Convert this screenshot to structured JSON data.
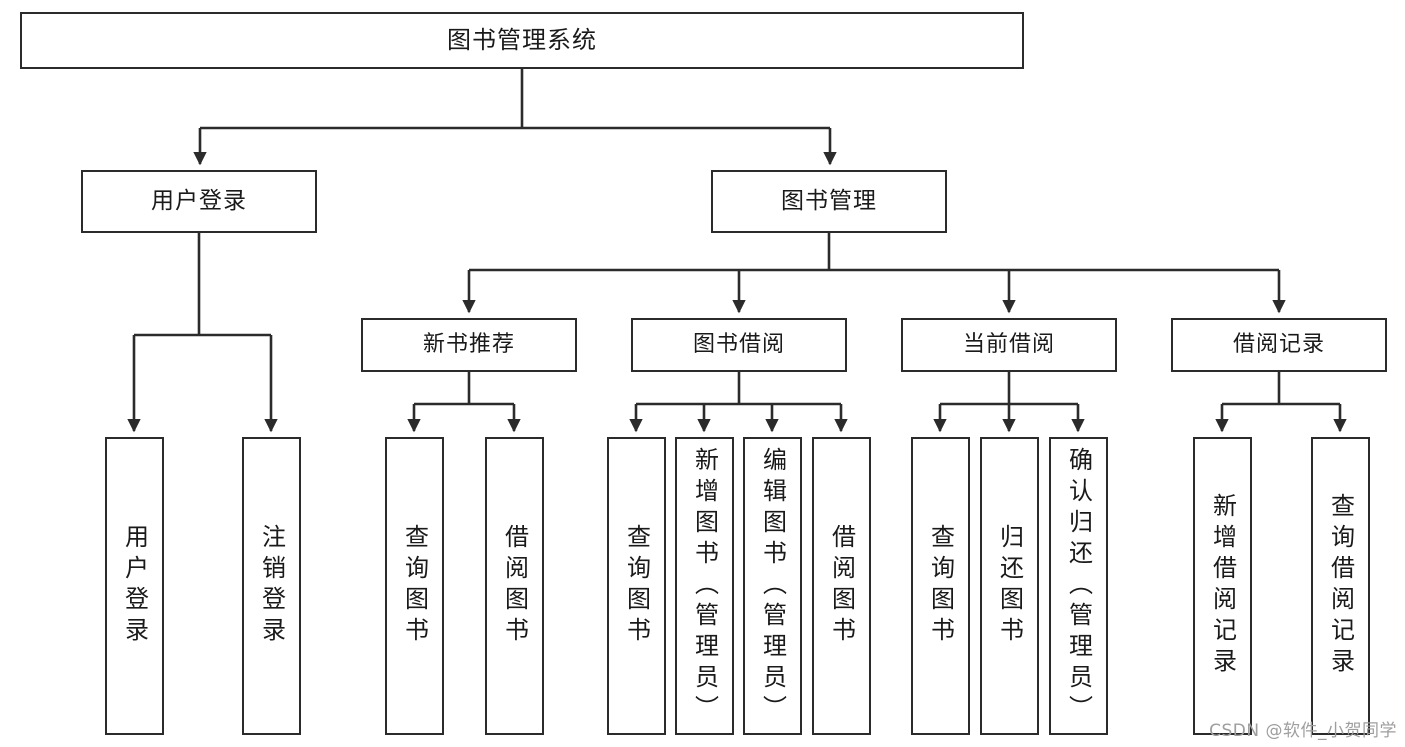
{
  "diagram": {
    "title": "图书管理系统",
    "type": "tree",
    "watermark": "CSDN @软件_小贺同学",
    "colors": {
      "box_border": "#2b2b2b",
      "box_fill": "#ffffff",
      "edge": "#2b2b2b",
      "text": "#1a1a1a",
      "watermark": "#9e9e9e",
      "background": "#ffffff"
    },
    "levels": {
      "root": "图书管理系统",
      "level2": [
        "用户登录",
        "图书管理"
      ],
      "level3": [
        "新书推荐",
        "图书借阅",
        "当前借阅",
        "借阅记录"
      ]
    },
    "nodes": {
      "root": {
        "label": "图书管理系统"
      },
      "user_login": {
        "label": "用户登录"
      },
      "book_manage": {
        "label": "图书管理"
      },
      "new_book_rec": {
        "label": "新书推荐"
      },
      "book_borrow": {
        "label": "图书借阅"
      },
      "current_borrow": {
        "label": "当前借阅"
      },
      "borrow_record": {
        "label": "借阅记录"
      },
      "leaf_user_login": {
        "label": "用户登录"
      },
      "leaf_logout": {
        "label": "注销登录"
      },
      "leaf_query_book_1": {
        "label": "查询图书"
      },
      "leaf_borrow_book_1": {
        "label": "借阅图书"
      },
      "leaf_query_book_2": {
        "label": "查询图书"
      },
      "leaf_add_book": {
        "label": "新增图书（管理员）"
      },
      "leaf_edit_book": {
        "label": "编辑图书（管理员）"
      },
      "leaf_borrow_book_2": {
        "label": "借阅图书"
      },
      "leaf_query_book_3": {
        "label": "查询图书"
      },
      "leaf_return_book": {
        "label": "归还图书"
      },
      "leaf_confirm_return": {
        "label": "确认归还（管理员）"
      },
      "leaf_add_record": {
        "label": "新增借阅记录"
      },
      "leaf_query_record": {
        "label": "查询借阅记录"
      }
    },
    "edges": [
      {
        "from": "root",
        "to": "user_login"
      },
      {
        "from": "root",
        "to": "book_manage"
      },
      {
        "from": "user_login",
        "to": "leaf_user_login"
      },
      {
        "from": "user_login",
        "to": "leaf_logout"
      },
      {
        "from": "book_manage",
        "to": "new_book_rec"
      },
      {
        "from": "book_manage",
        "to": "book_borrow"
      },
      {
        "from": "book_manage",
        "to": "current_borrow"
      },
      {
        "from": "book_manage",
        "to": "borrow_record"
      },
      {
        "from": "new_book_rec",
        "to": "leaf_query_book_1"
      },
      {
        "from": "new_book_rec",
        "to": "leaf_borrow_book_1"
      },
      {
        "from": "book_borrow",
        "to": "leaf_query_book_2"
      },
      {
        "from": "book_borrow",
        "to": "leaf_add_book"
      },
      {
        "from": "book_borrow",
        "to": "leaf_edit_book"
      },
      {
        "from": "book_borrow",
        "to": "leaf_borrow_book_2"
      },
      {
        "from": "current_borrow",
        "to": "leaf_query_book_3"
      },
      {
        "from": "current_borrow",
        "to": "leaf_return_book"
      },
      {
        "from": "current_borrow",
        "to": "leaf_confirm_return"
      },
      {
        "from": "borrow_record",
        "to": "leaf_add_record"
      },
      {
        "from": "borrow_record",
        "to": "leaf_query_record"
      }
    ]
  }
}
